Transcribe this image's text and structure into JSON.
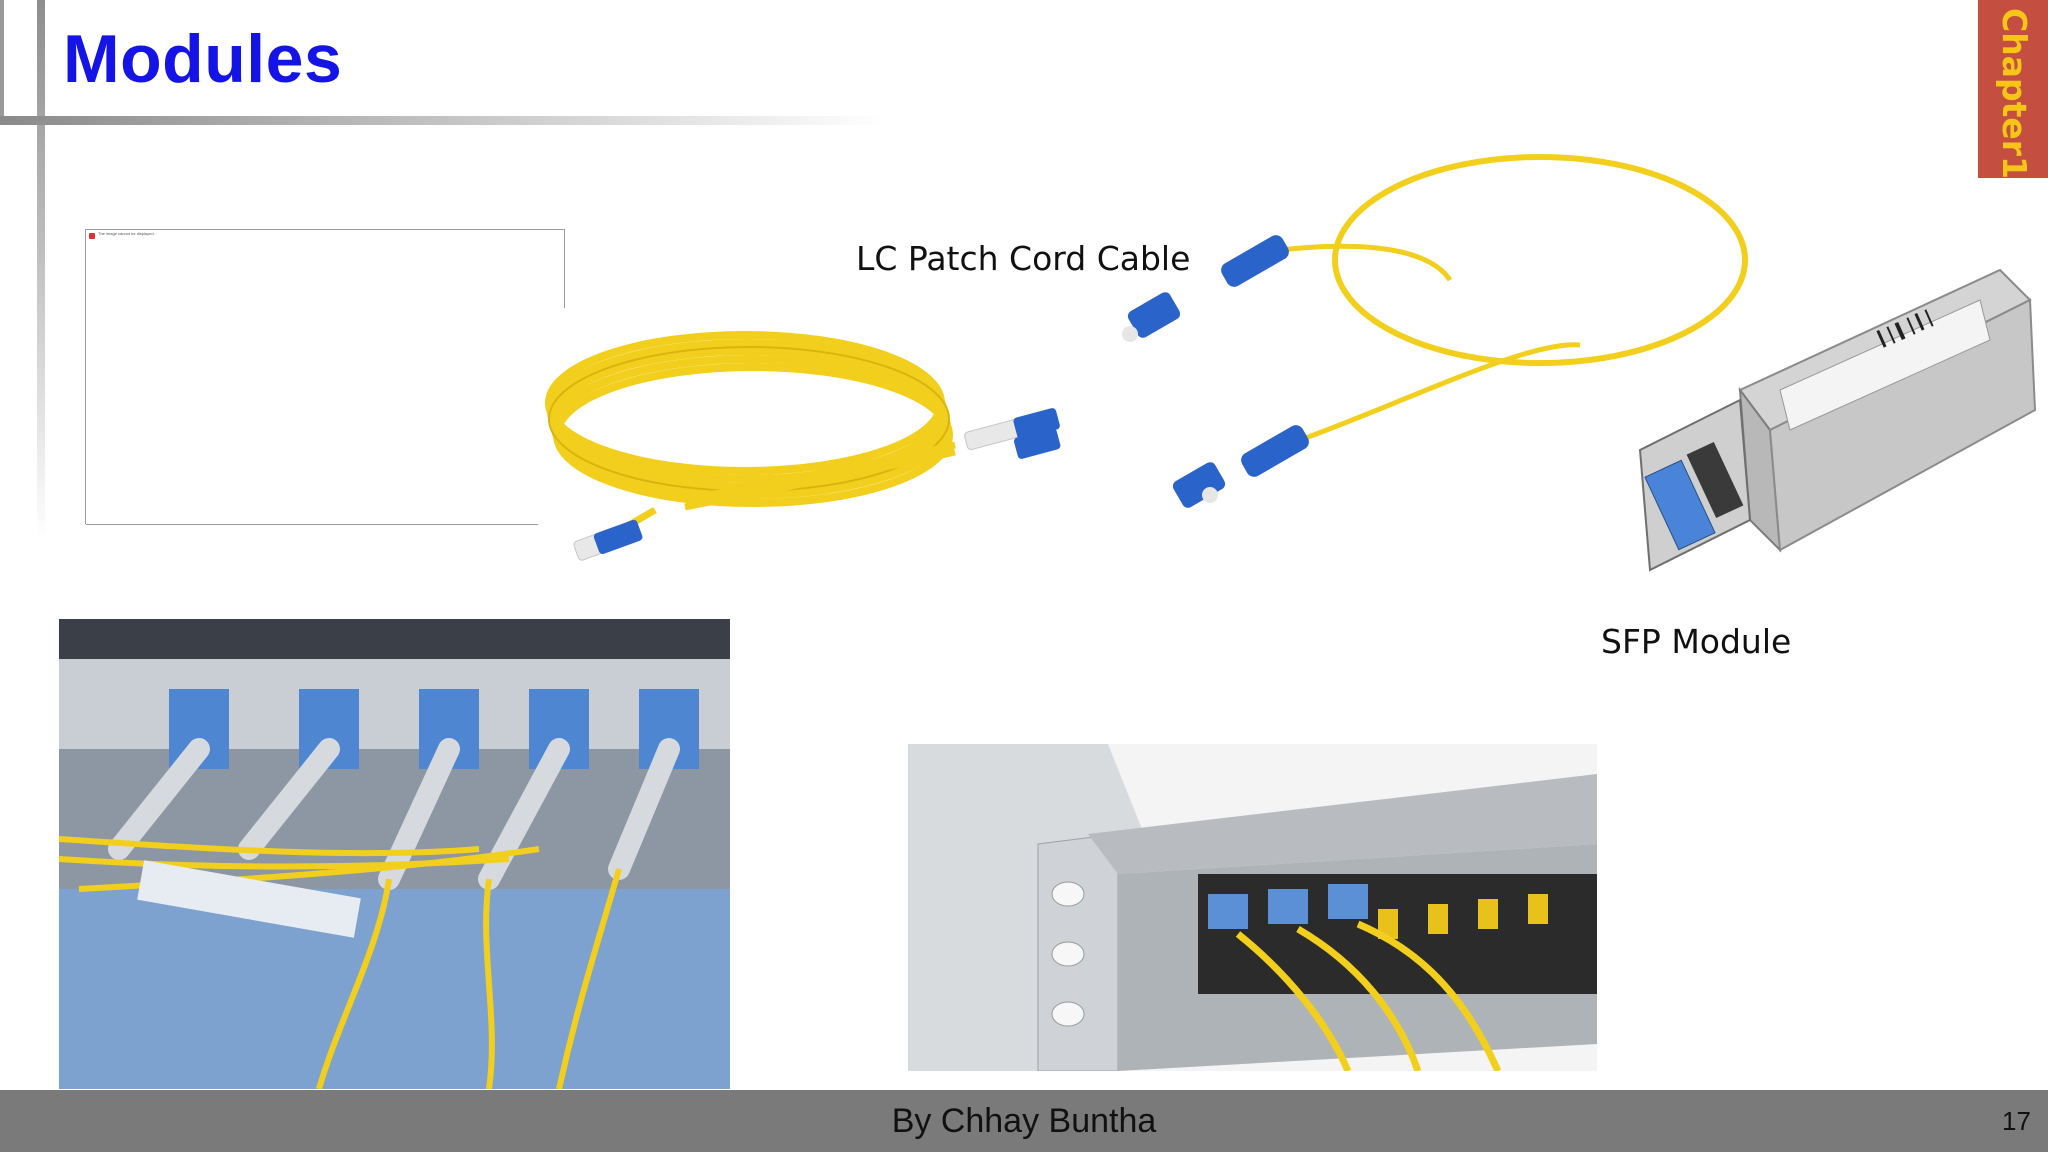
{
  "slide": {
    "title": "Modules",
    "chapter_tab": "Chapter1",
    "captions": {
      "lc_patch_cord": "LC Patch Cord Cable",
      "sfp_module": "SFP Module"
    },
    "footer": "By Chhay Buntha",
    "page_number": "17"
  },
  "placeholder": {
    "broken_image_text": "The image cannot be displayed."
  },
  "colors": {
    "title": "#1414e6",
    "chapter_tab_bg": "#c44e3f",
    "chapter_tab_text": "#f5c518",
    "footer_bg": "#7a7a7a",
    "cable_yellow": "#f2cf1d",
    "connector_blue": "#2a63c9"
  },
  "images": [
    {
      "name": "yellow-coiled-lc-patch-cord"
    },
    {
      "name": "single-lc-patch-cord"
    },
    {
      "name": "sfp-transceiver-module"
    },
    {
      "name": "fiber-cables-in-switch-ports"
    },
    {
      "name": "cisco-switch-with-sfp-modules"
    }
  ]
}
